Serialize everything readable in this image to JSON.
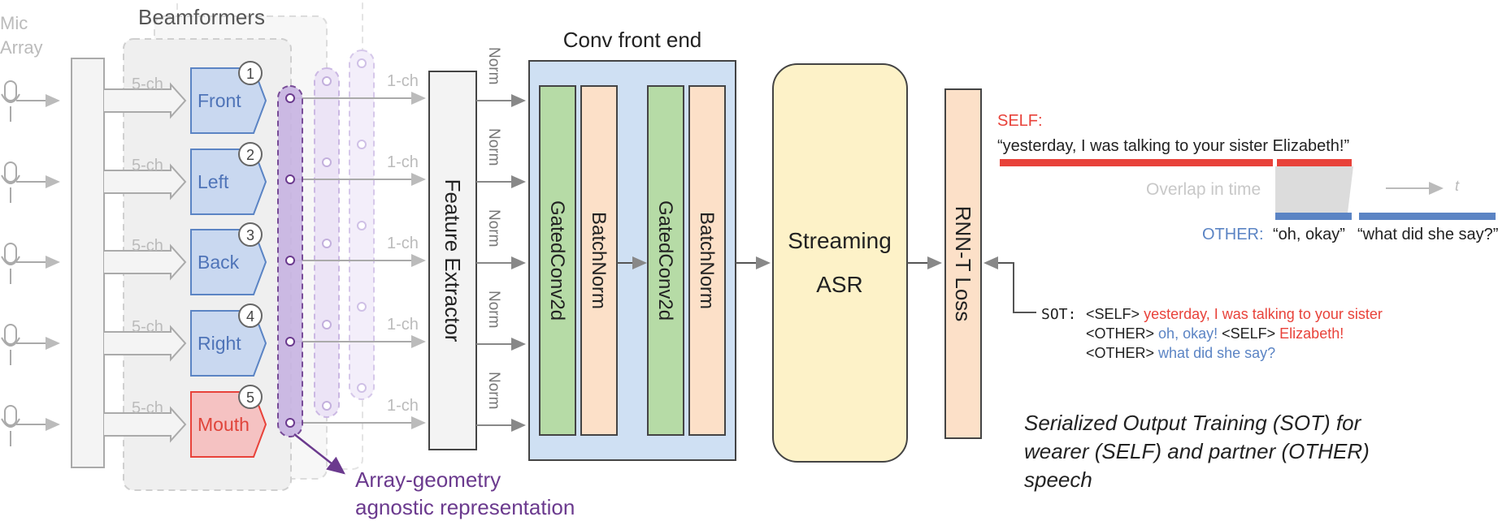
{
  "labels": {
    "mic_array_line1": "Mic",
    "mic_array_line2": "Array",
    "beamformers": "Beamformers",
    "conv_front_end": "Conv front end",
    "feature_extractor": "Feature Extractor",
    "gated_conv_1": "GatedConv2d",
    "batch_norm_1": "BatchNorm",
    "gated_conv_2": "GatedConv2d",
    "batch_norm_2": "BatchNorm",
    "streaming_line1": "Streaming",
    "streaming_line2": "ASR",
    "rnnt_loss": "RNN-T Loss",
    "agnostic_line1": "Array-geometry",
    "agnostic_line2": "agnostic representation",
    "five_ch": "5-ch",
    "one_ch": "1-ch",
    "norm": "Norm"
  },
  "beams": [
    {
      "num": "1",
      "label": "Front"
    },
    {
      "num": "2",
      "label": "Left"
    },
    {
      "num": "3",
      "label": "Back"
    },
    {
      "num": "4",
      "label": "Right"
    },
    {
      "num": "5",
      "label": "Mouth"
    }
  ],
  "sot_panel": {
    "self_label": "SELF:",
    "self_quote": "“yesterday, I was talking to your sister Elizabeth!”",
    "overlap": "Overlap in time",
    "time_symbol": "t",
    "other_label": "OTHER:",
    "other_quote1": "“oh, okay”",
    "other_quote2": "“what did she say?”",
    "sot_label": "SOT:",
    "sot_line1_tag": "<SELF>",
    "sot_line1_text": "yesterday, I was talking to your sister",
    "sot_line2_tag1": "<OTHER>",
    "sot_line2_text1": "oh, okay!",
    "sot_line2_tag2": "<SELF>",
    "sot_line2_text2": "Elizabeth!",
    "sot_line3_tag": "<OTHER>",
    "sot_line3_text": "what did she say?",
    "caption_line1": "Serialized Output Training (SOT) for",
    "caption_line2": "wearer (SELF) and partner (OTHER)",
    "caption_line3": "speech"
  },
  "colors": {
    "self": "#e8423a",
    "other": "#5b84c4",
    "beam_fill": "#c9d8f0",
    "mouth_fill": "#f5c2c2",
    "gated_fill": "#b6dba6",
    "batchnorm_fill": "#fce0c8",
    "asr_fill": "#fdf2c8",
    "conv_bg": "#cfe0f3",
    "purple": "#6b3a8e"
  }
}
